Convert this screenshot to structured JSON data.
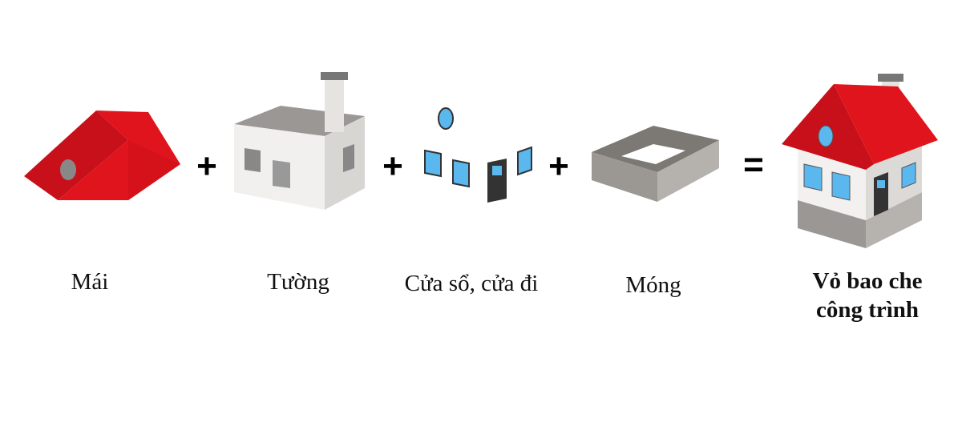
{
  "components": [
    {
      "id": "roof",
      "label": "Mái"
    },
    {
      "id": "walls",
      "label": "Tường"
    },
    {
      "id": "openings",
      "label": "Cửa sổ, cửa đi"
    },
    {
      "id": "foundation",
      "label": "Móng"
    }
  ],
  "result": {
    "line1": "Vỏ bao che",
    "line2": "công trình"
  },
  "operators": {
    "plus": "+",
    "equals": "="
  },
  "colors": {
    "roof": "#d7141a",
    "wall": "#ecebe8",
    "foundation": "#8f8c88",
    "glass": "#5bb8ef"
  }
}
